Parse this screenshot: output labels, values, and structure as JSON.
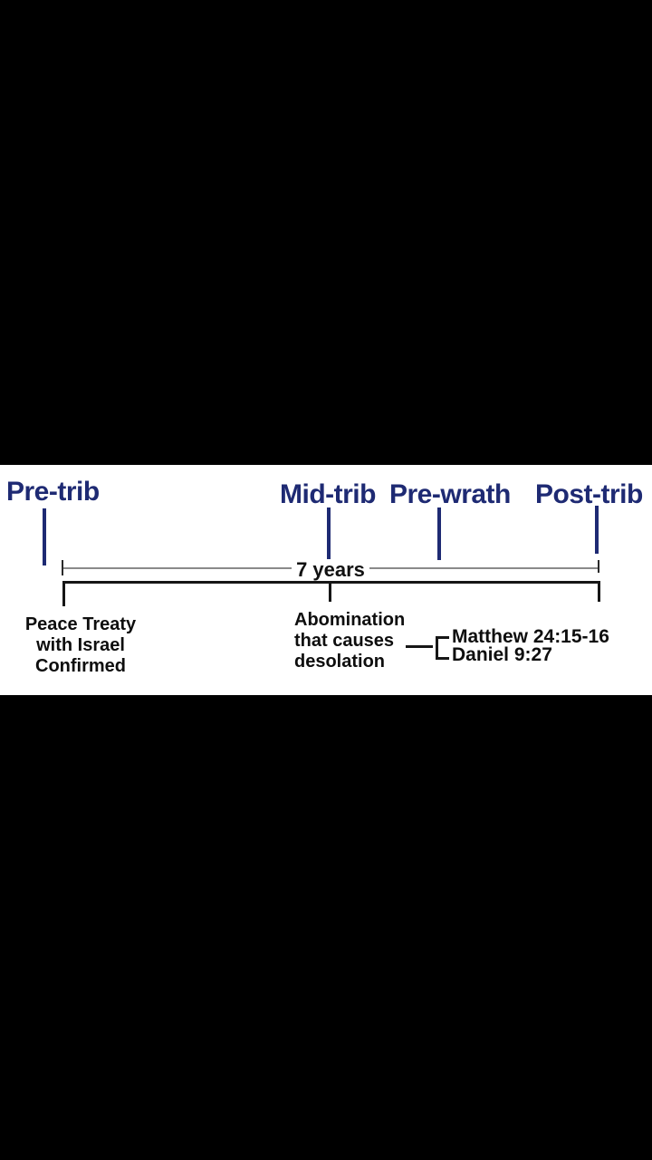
{
  "meta": {
    "panel_bg": "#ffffff",
    "letterbox_bg": "#000000"
  },
  "colors": {
    "era_navy": "#1e2a73",
    "axis_gray": "#8a8a8a",
    "bracket_black": "#161616",
    "text_black": "#0e0e0e"
  },
  "eras": [
    {
      "id": "pre-trib",
      "label": "Pre-trib"
    },
    {
      "id": "mid-trib",
      "label": "Mid-trib"
    },
    {
      "id": "pre-wrath",
      "label": "Pre-wrath"
    },
    {
      "id": "post-trib",
      "label": "Post-trib"
    }
  ],
  "timeline": {
    "duration_label": "7 years"
  },
  "events": {
    "peace_treaty": {
      "lines": [
        "Peace Treaty",
        "with Israel",
        "Confirmed"
      ]
    },
    "abomination": {
      "lines": [
        "Abomination",
        "that causes",
        "desolation"
      ]
    }
  },
  "references": [
    {
      "label": "Matthew 24:15-16"
    },
    {
      "label": "Daniel 9:27"
    }
  ]
}
